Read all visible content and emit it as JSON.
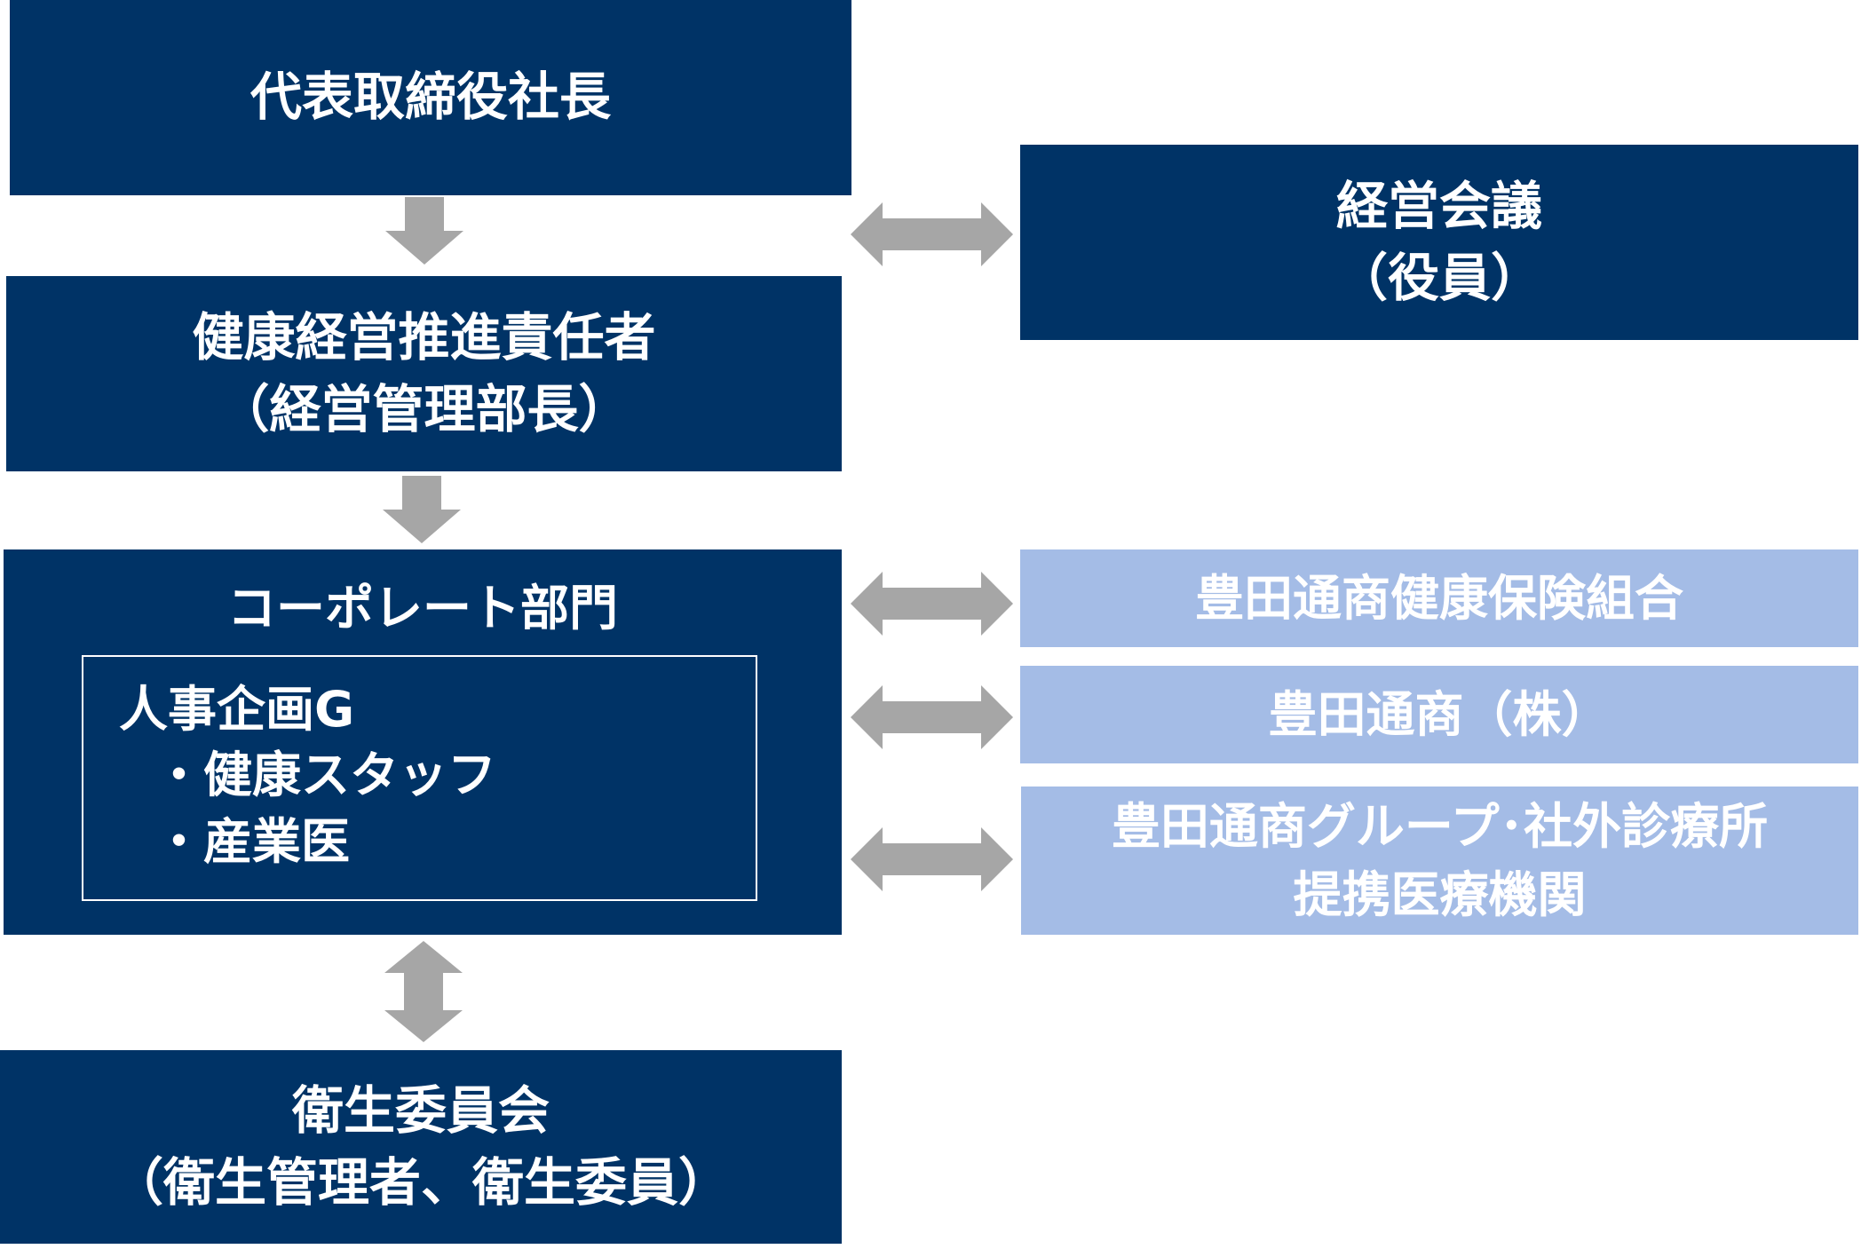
{
  "nodes": {
    "ceo": {
      "lines": [
        "代表取締役社長"
      ]
    },
    "management_council": {
      "lines": [
        "経営会議",
        "（役員）"
      ]
    },
    "health_officer": {
      "lines": [
        "健康経営推進責任者",
        "（経営管理部長）"
      ]
    },
    "corporate_dept": {
      "title": "コーポレート部門",
      "inner": {
        "title": "人事企画G",
        "items": [
          "・健康スタッフ",
          "・産業医"
        ]
      }
    },
    "health_committee": {
      "lines": [
        "衛生委員会",
        "（衛生管理者、衛生委員）"
      ]
    },
    "health_insurance": {
      "lines": [
        "豊田通商健康保険組合"
      ]
    },
    "toyota_tsusho": {
      "lines": [
        "豊田通商（株）"
      ]
    },
    "partner_clinics": {
      "lines": [
        "豊田通商グループ･社外診療所",
        "提携医療機関"
      ]
    }
  },
  "colors": {
    "dark_box": "#003366",
    "light_box": "#a4bce6",
    "arrow": "#a6a6a6",
    "text": "#ffffff"
  }
}
